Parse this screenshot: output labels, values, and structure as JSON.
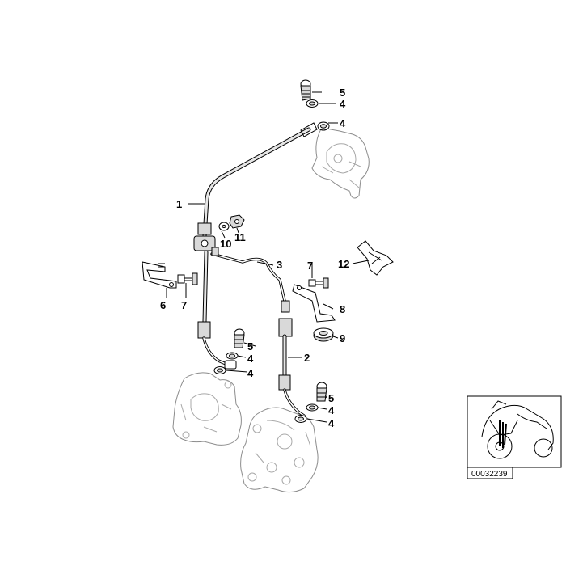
{
  "diagram": {
    "callouts": {
      "c1": "1",
      "c2": "2",
      "c3": "3",
      "c4a": "4",
      "c4b": "4",
      "c4c": "4",
      "c4d": "4",
      "c4e": "4",
      "c4f": "4",
      "c5a": "5",
      "c5b": "5",
      "c5c": "5",
      "c6": "6",
      "c7a": "7",
      "c7b": "7",
      "c8": "8",
      "c9": "9",
      "c10": "10",
      "c11": "11",
      "c12": "12"
    },
    "reference_id": "00032239"
  }
}
